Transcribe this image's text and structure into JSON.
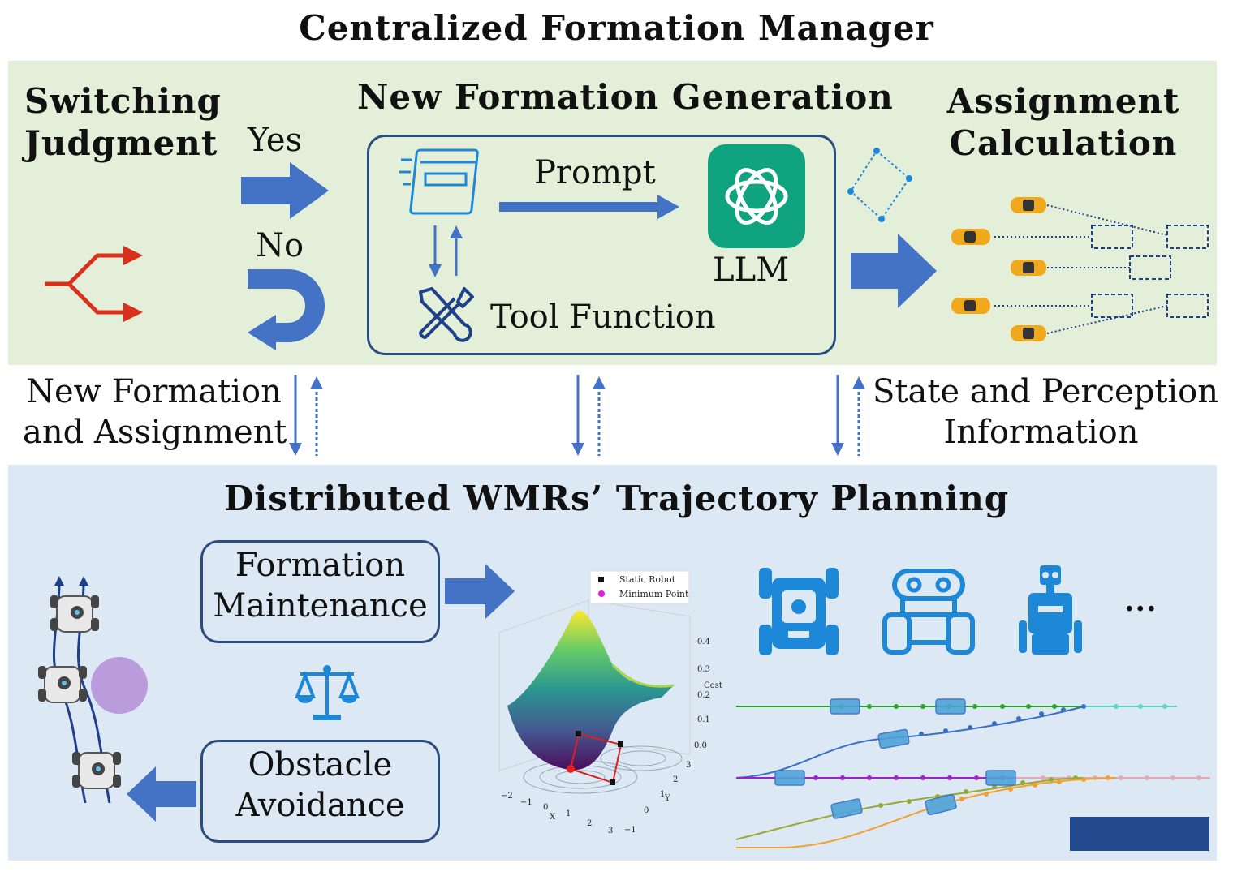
{
  "header": {
    "title": "Centralized Formation Manager"
  },
  "top": {
    "switching": {
      "title_line1": "Switching",
      "title_line2": "Judgment"
    },
    "yes_label": "Yes",
    "no_label": "No",
    "generation": {
      "title": "New Formation Generation",
      "prompt_label": "Prompt",
      "llm_label": "LLM",
      "tool_label": "Tool Function"
    },
    "assignment": {
      "title_line1": "Assignment",
      "title_line2": "Calculation"
    }
  },
  "middle": {
    "left_line1": "New Formation",
    "left_line2": "and Assignment",
    "right_line1": "State and Perception",
    "right_line2": "Information"
  },
  "bottom": {
    "title": "Distributed WMRs’ Trajectory Planning",
    "maintenance_line1": "Formation",
    "maintenance_line2": "Maintenance",
    "avoidance_line1": "Obstacle",
    "avoidance_line2": "Avoidance",
    "ellipsis": "...",
    "plot": {
      "legend": [
        "Static Robot",
        "Minimum Point"
      ],
      "x_ticks": [
        "−2",
        "−1",
        "0",
        "1",
        "2",
        "3"
      ],
      "y_ticks": [
        "−1",
        "0",
        "1",
        "2",
        "3"
      ],
      "z_ticks": [
        "0.0",
        "0.1",
        "0.2",
        "0.3",
        "0.4"
      ],
      "x_label": "X",
      "y_label": "Y",
      "z_label": "Cost"
    }
  },
  "colors": {
    "top_bg": "#e3efd9",
    "bottom_bg": "#dce8f4",
    "arrow_blue": "#4472c4",
    "box_border": "#2b4c7e",
    "llm_green": "#10a37f",
    "icon_blue": "#1e88d8",
    "switch_red": "#d9301c",
    "car_orange": "#f0a81c"
  }
}
